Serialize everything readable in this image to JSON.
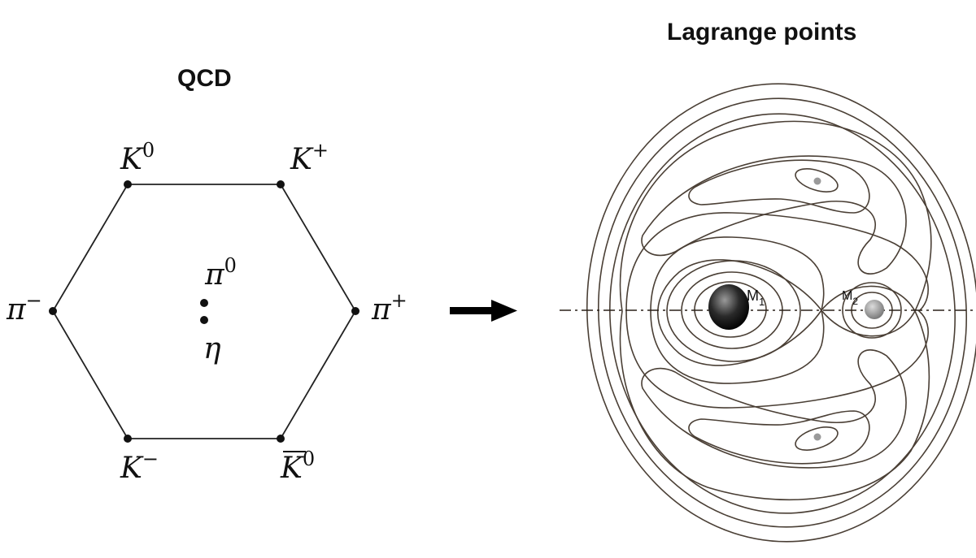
{
  "qcd": {
    "title": "QCD",
    "particles": {
      "k0": {
        "base": "K",
        "sup": "0"
      },
      "kplus": {
        "base": "K",
        "sup": "+"
      },
      "piminus": {
        "base": "π",
        "sup": "−"
      },
      "piplus": {
        "base": "π",
        "sup": "+"
      },
      "kminus": {
        "base": "K",
        "sup": "−"
      },
      "k0bar": {
        "base": "K",
        "sup": "0"
      },
      "pi0": {
        "base": "π",
        "sup": "0"
      },
      "eta": {
        "base": "η"
      }
    }
  },
  "lagrange": {
    "title": "Lagrange points",
    "mass1": {
      "base": "M",
      "sub": "1"
    },
    "mass2": {
      "base": "M",
      "sub": "2"
    }
  },
  "colors": {
    "ink": "#111111",
    "contour": "#4a3f35"
  },
  "icons": {
    "arrow": "right-arrow-icon"
  }
}
